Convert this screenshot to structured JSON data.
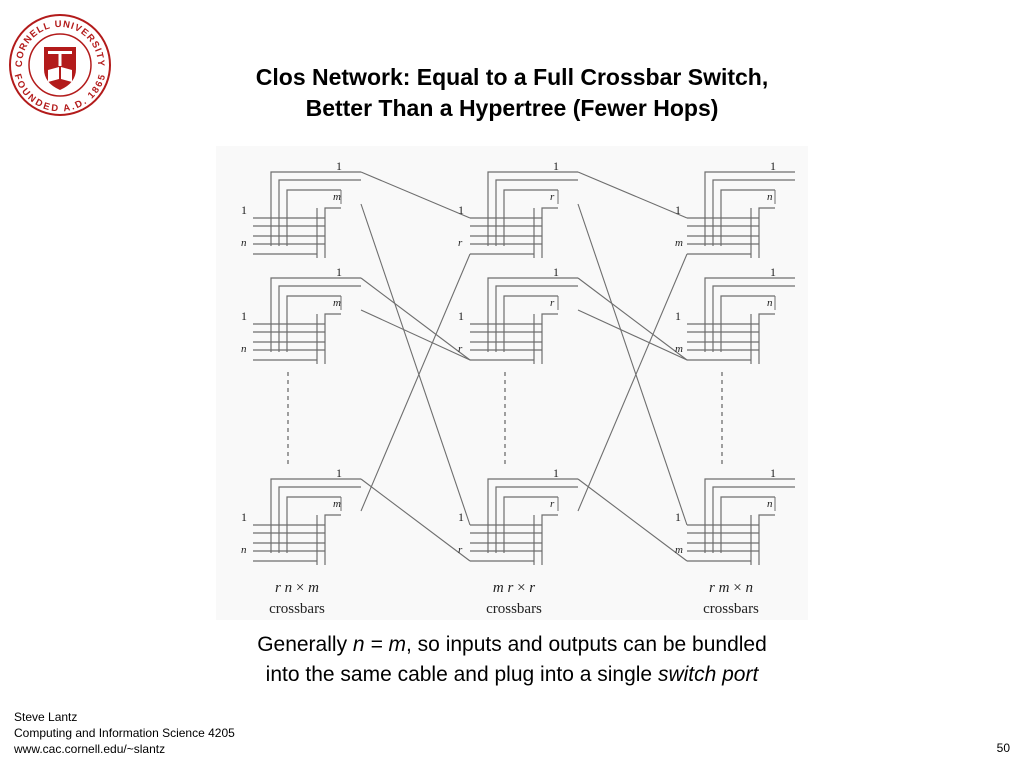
{
  "logo": {
    "name": "cornell-university-seal",
    "ring_text_top": "CORNELL UNIVERSITY",
    "ring_text_bottom": "FOUNDED A.D. 1865",
    "color": "#b31b1b"
  },
  "title": {
    "line1": "Clos Network: Equal to a Full Crossbar Switch,",
    "line2": "Better Than a Hypertree (Fewer Hops)"
  },
  "diagram": {
    "stages": [
      {
        "name": "input",
        "caption_formula": [
          "r",
          " n ",
          "×",
          " m"
        ],
        "caption_label": "crossbars",
        "in_labels": [
          "1",
          "n"
        ],
        "out_labels": [
          "1",
          "m"
        ]
      },
      {
        "name": "middle",
        "caption_formula": [
          "m",
          " r ",
          "×",
          " r"
        ],
        "caption_label": "crossbars",
        "in_labels": [
          "1",
          "r"
        ],
        "out_labels": [
          "1",
          "r"
        ]
      },
      {
        "name": "output",
        "caption_formula": [
          "r",
          " m ",
          "×",
          " n"
        ],
        "caption_label": "crossbars",
        "in_labels": [
          "1",
          "m"
        ],
        "out_labels": [
          "1",
          "n"
        ]
      }
    ],
    "line_color": "#6e6e6e"
  },
  "caption": {
    "line1_pre": "Generally ",
    "line1_em": "n = m",
    "line1_post": ", so inputs and outputs can be bundled",
    "line2_pre": "into the same cable and plug into a single ",
    "line2_em": "switch port"
  },
  "footer": {
    "author": "Steve Lantz",
    "course": "Computing and Information Science 4205",
    "url": "www.cac.cornell.edu/~slantz"
  },
  "page_number": "50"
}
